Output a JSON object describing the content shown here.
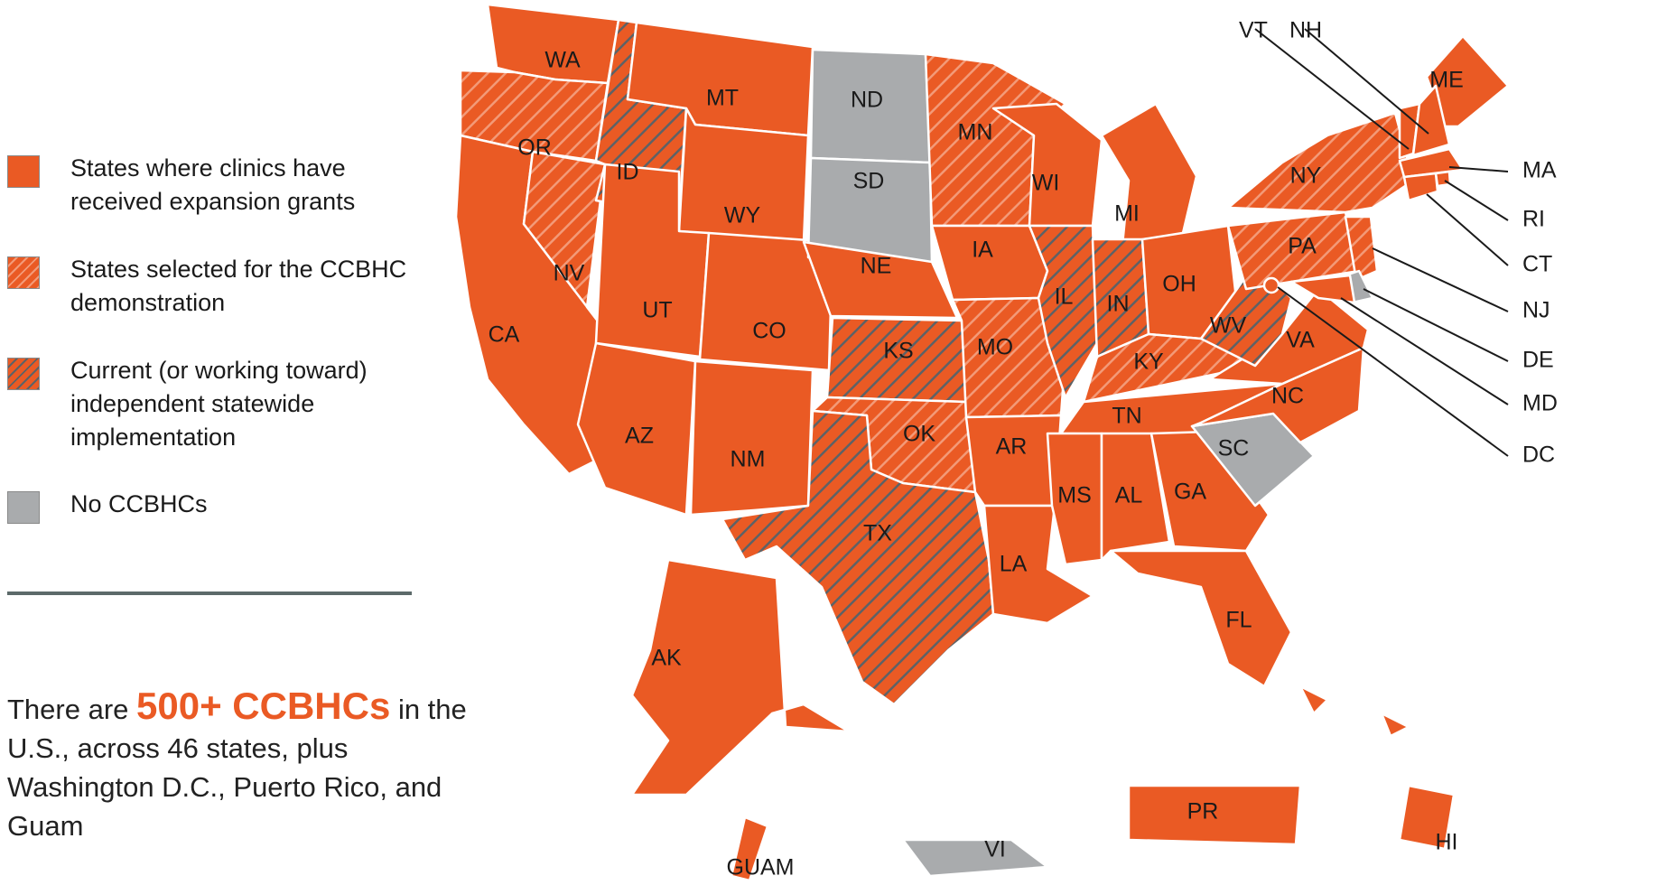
{
  "colors": {
    "expansion": "#ea5a24",
    "demo_stripe": "#f39a78",
    "statewide_stripe": "#5d6266",
    "none": "#a9abad",
    "divider": "#5c6a6a"
  },
  "legend": [
    {
      "key": "expansion",
      "label": "States where clinics have received expansion grants"
    },
    {
      "key": "demo",
      "label": "States selected for the CCBHC demonstration"
    },
    {
      "key": "statewide",
      "label": "Current (or working toward) independent statewide implementation"
    },
    {
      "key": "none",
      "label": "No CCBHCs"
    }
  ],
  "summary": {
    "prefix": "There are ",
    "highlight": "500+ CCBHCs",
    "body": "in the U.S., across 46 states, plus Washington D.C., Puerto Rico, and Guam"
  },
  "states": {
    "WA": "expansion",
    "OR": "demo",
    "CA": "expansion",
    "NV": "demo",
    "ID": "statewide",
    "MT": "expansion",
    "WY": "expansion",
    "UT": "expansion",
    "CO": "expansion",
    "AZ": "expansion",
    "NM": "expansion",
    "ND": "none",
    "SD": "none",
    "NE": "expansion",
    "KS": "statewide",
    "OK": "demo",
    "TX": "statewide",
    "MN": "demo",
    "IA": "expansion",
    "MO": "demo",
    "AR": "expansion",
    "LA": "expansion",
    "WI": "expansion",
    "IL": "statewide",
    "MI": "expansion",
    "IN": "statewide",
    "OH": "expansion",
    "KY": "demo",
    "TN": "expansion",
    "MS": "expansion",
    "AL": "expansion",
    "GA": "expansion",
    "FL": "expansion",
    "SC": "none",
    "NC": "expansion",
    "VA": "expansion",
    "WV": "statewide",
    "PA": "demo",
    "NY": "demo",
    "ME": "expansion",
    "VT": "expansion",
    "NH": "expansion",
    "MA": "expansion",
    "RI": "expansion",
    "CT": "expansion",
    "NJ": "demo",
    "DE": "none",
    "MD": "expansion",
    "DC": "expansion",
    "AK": "expansion",
    "HI": "expansion",
    "PR": "expansion",
    "VI": "none",
    "GUAM": "expansion"
  }
}
